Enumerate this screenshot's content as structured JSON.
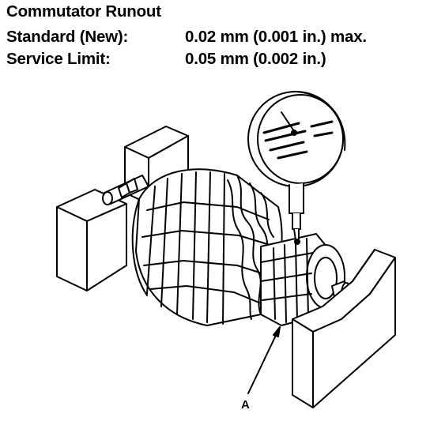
{
  "spec": {
    "title": "Commutator Runout",
    "rows": [
      {
        "label": "Standard (New):",
        "value": "0.02 mm (0.001 in.) max."
      },
      {
        "label": "Service Limit:",
        "value": "0.05 mm (0.002 in.)"
      }
    ]
  },
  "callout": {
    "label": "A"
  },
  "colors": {
    "ink": "#000000",
    "paper": "#ffffff"
  },
  "icons": [
    "dial-indicator-icon",
    "armature-icon",
    "v-block-icon"
  ]
}
